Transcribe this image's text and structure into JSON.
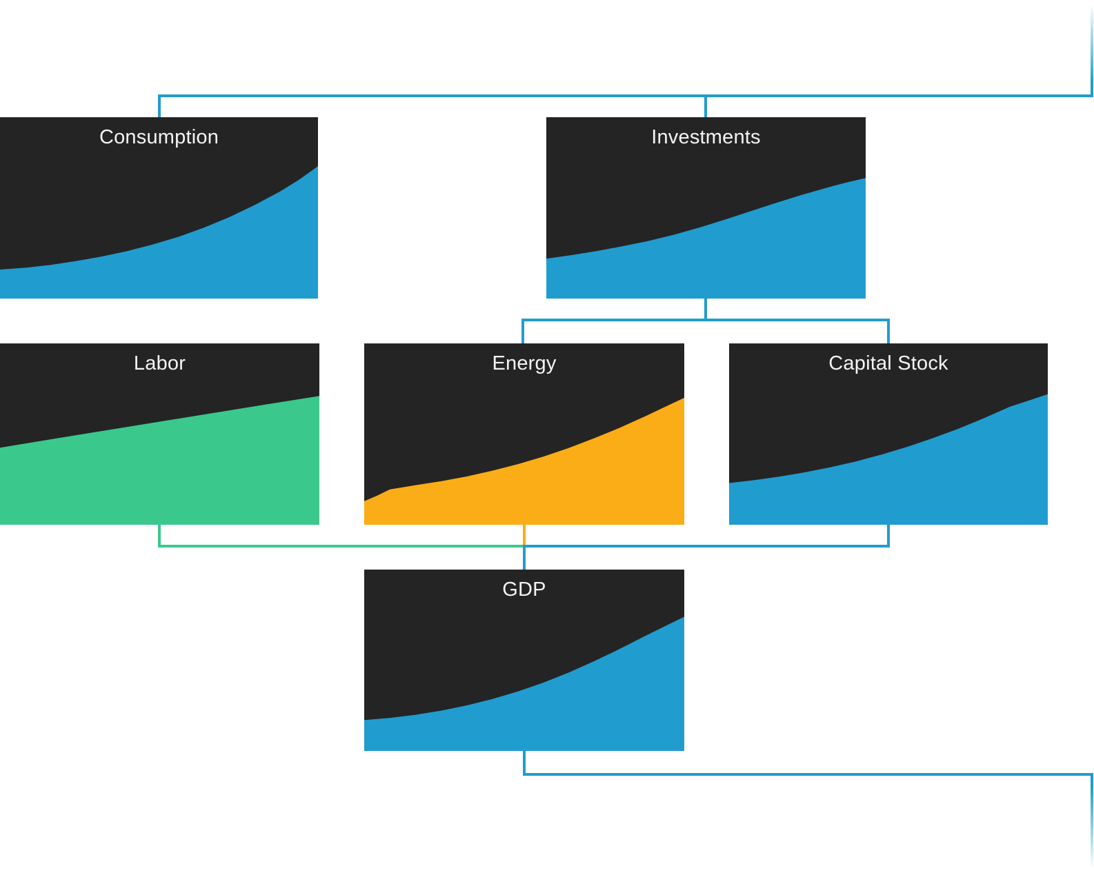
{
  "colors": {
    "blue": "#219CCF",
    "green": "#3BC88D",
    "orange": "#FBAD18",
    "node_bg": "#242424",
    "node_title": "#F4F4F4",
    "page_bg": "#FFFFFF"
  },
  "nodes": [
    {
      "label": "Consumption"
    },
    {
      "label": "Investments"
    },
    {
      "label": "Labor"
    },
    {
      "label": "Energy"
    },
    {
      "label": "Capital Stock"
    },
    {
      "label": "GDP"
    }
  ],
  "chart_data": [
    {
      "type": "area",
      "title": "Consumption",
      "color": "blue",
      "xlabel": "",
      "ylabel": "",
      "x_range": [
        0,
        100
      ],
      "y_range": [
        0,
        100
      ],
      "x_unit": "relative time (% of panel width)",
      "y_unit": "fill height (% of panel height)",
      "points": [
        [
          0,
          16
        ],
        [
          8,
          17
        ],
        [
          16,
          18.6
        ],
        [
          24,
          20.7
        ],
        [
          32,
          23.2
        ],
        [
          40,
          26.2
        ],
        [
          48,
          29.8
        ],
        [
          56,
          34
        ],
        [
          64,
          39
        ],
        [
          72,
          44.8
        ],
        [
          80,
          51.5
        ],
        [
          88,
          59
        ],
        [
          94,
          65.5
        ],
        [
          100,
          73
        ]
      ]
    },
    {
      "type": "area",
      "title": "Investments",
      "color": "blue",
      "xlabel": "",
      "ylabel": "",
      "x_range": [
        0,
        100
      ],
      "y_range": [
        0,
        100
      ],
      "x_unit": "relative time (% of panel width)",
      "y_unit": "fill height (% of panel height)",
      "points": [
        [
          0,
          22
        ],
        [
          8,
          24
        ],
        [
          16,
          26.3
        ],
        [
          24,
          28.9
        ],
        [
          32,
          31.8
        ],
        [
          40,
          35.2
        ],
        [
          48,
          39.2
        ],
        [
          56,
          43.6
        ],
        [
          64,
          48.2
        ],
        [
          72,
          52.8
        ],
        [
          80,
          57.2
        ],
        [
          88,
          61.2
        ],
        [
          94,
          64
        ],
        [
          100,
          66.5
        ]
      ]
    },
    {
      "type": "area",
      "title": "Labor",
      "color": "green",
      "xlabel": "",
      "ylabel": "",
      "x_range": [
        0,
        100
      ],
      "y_range": [
        0,
        100
      ],
      "x_unit": "relative time (% of panel width)",
      "y_unit": "fill height (% of panel height)",
      "points": [
        [
          0,
          42.5
        ],
        [
          20,
          48.3
        ],
        [
          40,
          54
        ],
        [
          60,
          59.7
        ],
        [
          80,
          65.4
        ],
        [
          100,
          71
        ]
      ]
    },
    {
      "type": "area",
      "title": "Energy",
      "color": "orange",
      "xlabel": "",
      "ylabel": "",
      "x_range": [
        0,
        100
      ],
      "y_range": [
        0,
        100
      ],
      "x_unit": "relative time (% of panel width)",
      "y_unit": "fill height (% of panel height)",
      "points": [
        [
          0,
          13
        ],
        [
          4,
          16
        ],
        [
          8,
          19.5
        ],
        [
          16,
          21.8
        ],
        [
          24,
          24
        ],
        [
          32,
          26.6
        ],
        [
          40,
          29.8
        ],
        [
          48,
          33.4
        ],
        [
          56,
          37.6
        ],
        [
          64,
          42.4
        ],
        [
          72,
          47.8
        ],
        [
          80,
          53.6
        ],
        [
          88,
          60
        ],
        [
          94,
          65
        ],
        [
          100,
          70
        ]
      ]
    },
    {
      "type": "area",
      "title": "Capital Stock",
      "color": "blue",
      "xlabel": "",
      "ylabel": "",
      "x_range": [
        0,
        100
      ],
      "y_range": [
        0,
        100
      ],
      "x_unit": "relative time (% of panel width)",
      "y_unit": "fill height (% of panel height)",
      "points": [
        [
          0,
          23
        ],
        [
          8,
          24.6
        ],
        [
          16,
          26.6
        ],
        [
          24,
          29
        ],
        [
          32,
          31.8
        ],
        [
          40,
          35
        ],
        [
          48,
          38.8
        ],
        [
          56,
          43
        ],
        [
          64,
          47.8
        ],
        [
          72,
          53
        ],
        [
          80,
          58.8
        ],
        [
          88,
          65
        ],
        [
          94,
          68.5
        ],
        [
          100,
          72
        ]
      ]
    },
    {
      "type": "area",
      "title": "GDP",
      "color": "blue",
      "xlabel": "",
      "ylabel": "",
      "x_range": [
        0,
        100
      ],
      "y_range": [
        0,
        100
      ],
      "x_unit": "relative time (% of panel width)",
      "y_unit": "fill height (% of panel height)",
      "points": [
        [
          0,
          17
        ],
        [
          8,
          18.2
        ],
        [
          16,
          19.9
        ],
        [
          24,
          22.2
        ],
        [
          32,
          25.1
        ],
        [
          40,
          28.6
        ],
        [
          48,
          32.8
        ],
        [
          56,
          37.7
        ],
        [
          64,
          43.3
        ],
        [
          72,
          49.6
        ],
        [
          80,
          56.4
        ],
        [
          88,
          63.6
        ],
        [
          94,
          68.8
        ],
        [
          100,
          74
        ]
      ]
    }
  ]
}
